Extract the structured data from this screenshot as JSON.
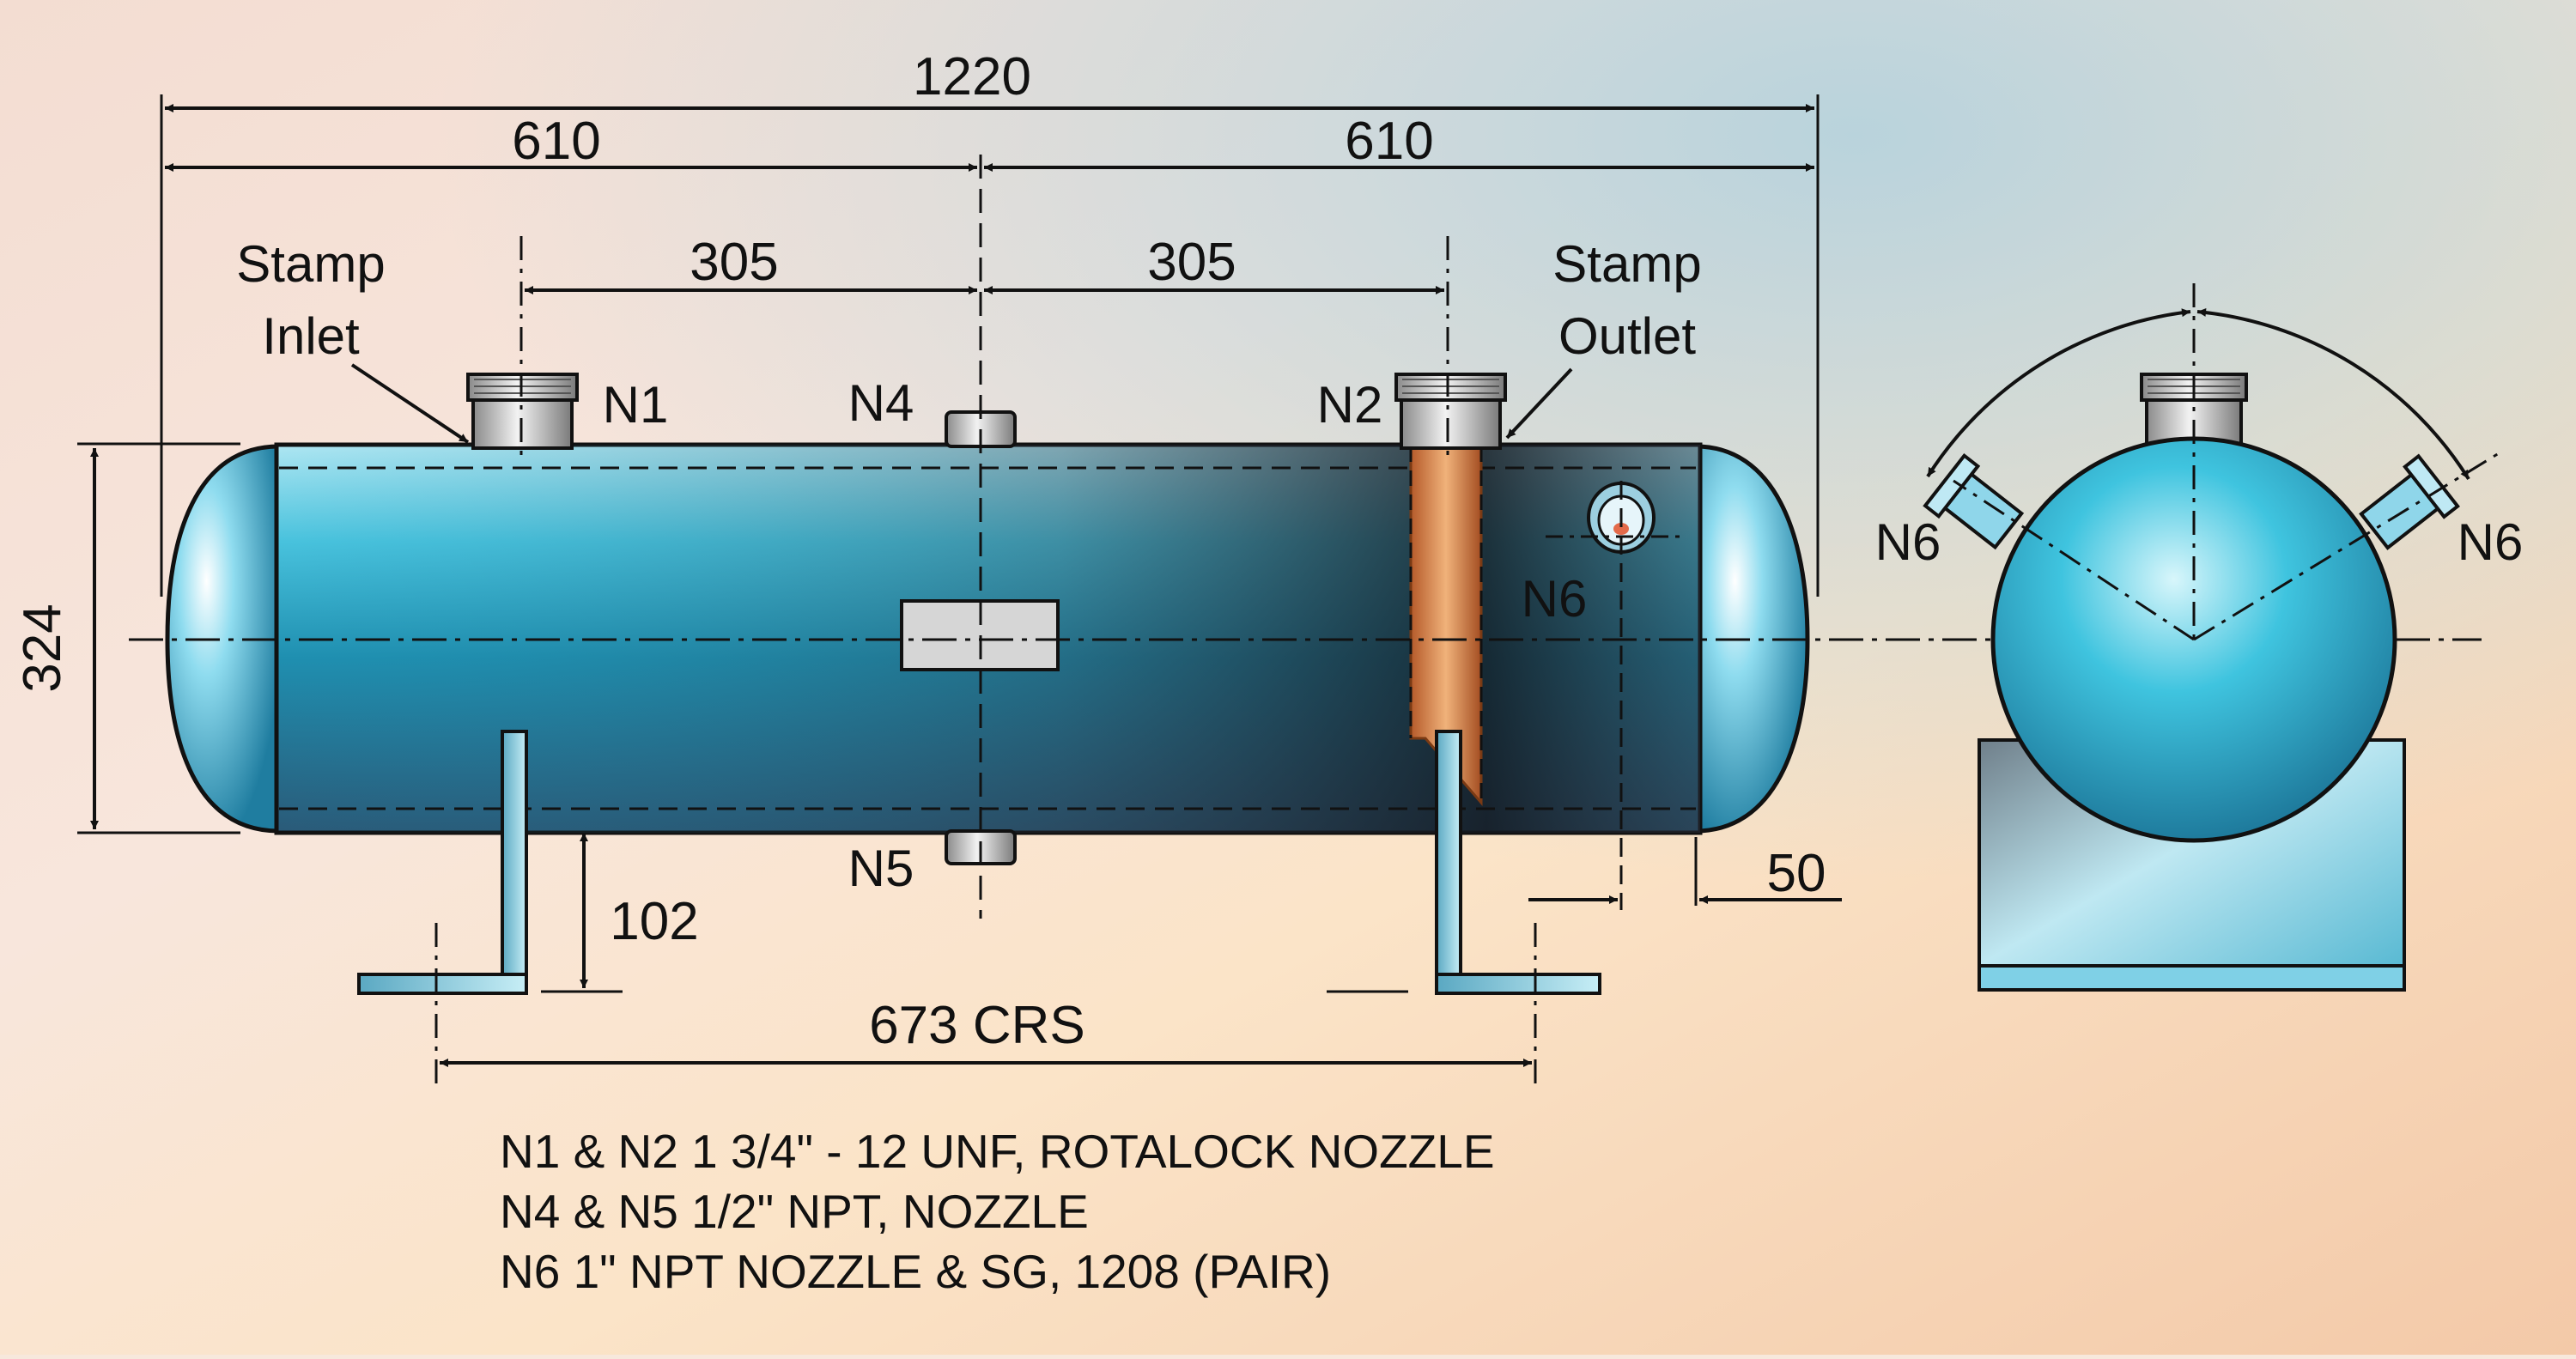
{
  "colors": {
    "vessel_light": "#bfeef8",
    "vessel_mid": "#2fb8d8",
    "vessel_dark": "#1a2a3a",
    "nozzle": "#bdbdbd",
    "tube": "#d98a4a",
    "line": "#111111"
  },
  "dimensions": {
    "overall": "1220",
    "half_left": "610",
    "half_right": "610",
    "inlet_offset": "305",
    "outlet_offset": "305",
    "diameter": "324",
    "leg_height": "102",
    "head_offset": "50",
    "support_centers": "673 CRS"
  },
  "labels": {
    "stamp_inlet_line1": "Stamp",
    "stamp_inlet_line2": "Inlet",
    "stamp_outlet_line1": "Stamp",
    "stamp_outlet_line2": "Outlet",
    "n1": "N1",
    "n2": "N2",
    "n4": "N4",
    "n5": "N5",
    "n6_side": "N6",
    "n6_end_left": "N6",
    "n6_end_right": "N6"
  },
  "notes": [
    "N1 & N2 1 3/4\" - 12 UNF, ROTALOCK NOZZLE",
    "N4 & N5 1/2\" NPT, NOZZLE",
    "N6 1\" NPT NOZZLE & SG, 1208 (PAIR)"
  ]
}
